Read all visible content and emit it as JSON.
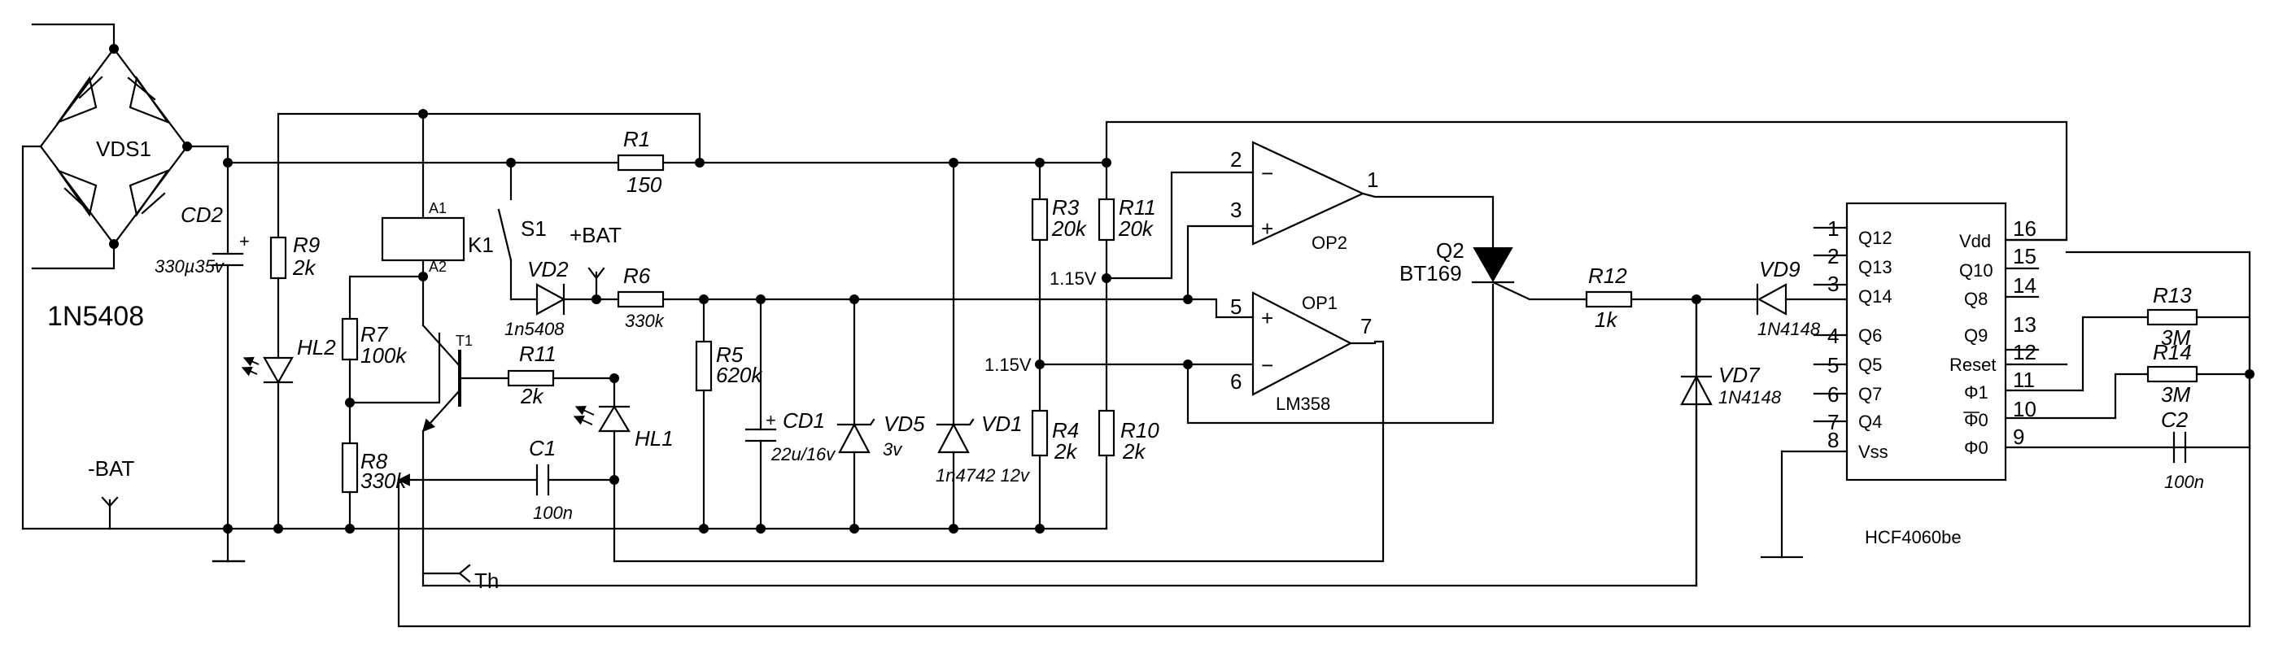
{
  "schematic": {
    "bridge": {
      "ref": "VDS1",
      "part": "1N5408"
    },
    "cap_cd2": {
      "ref": "CD2",
      "value": "330µ35v",
      "plus": "+"
    },
    "r9": {
      "ref": "R9",
      "value": "2k"
    },
    "hl2": {
      "ref": "HL2"
    },
    "r7": {
      "ref": "R7",
      "value": "100k"
    },
    "r8": {
      "ref": "R8",
      "value": "330k"
    },
    "relay": {
      "ref": "K1",
      "pin_a1": "A1",
      "pin_a2": "A2"
    },
    "transistor": {
      "ref": "T1"
    },
    "r11_base": {
      "ref": "R11",
      "value": "2k"
    },
    "hl1": {
      "ref": "HL1"
    },
    "c1": {
      "ref": "C1",
      "value": "100n"
    },
    "neg_bat": "-BAT",
    "pos_bat": "+BAT",
    "thermo": "Th",
    "s1": {
      "ref": "S1"
    },
    "vd2": {
      "ref": "VD2",
      "part": "1n5408"
    },
    "r1": {
      "ref": "R1",
      "value": "150"
    },
    "r6": {
      "ref": "R6",
      "value": "330k"
    },
    "r5": {
      "ref": "R5",
      "value": "620k"
    },
    "cd1": {
      "ref": "CD1",
      "value": "22u/16v",
      "plus": "+"
    },
    "vd5": {
      "ref": "VD5",
      "value": "3v"
    },
    "vd1": {
      "ref": "VD1",
      "part": "1n4742 12v"
    },
    "r3": {
      "ref": "R3",
      "value": "20k"
    },
    "r4": {
      "ref": "R4",
      "value": "2k"
    },
    "r11": {
      "ref": "R11",
      "value": "20k"
    },
    "r10": {
      "ref": "R10",
      "value": "2k"
    },
    "vref_top": "1.15V",
    "vref_bot": "1.15V",
    "op2": {
      "ref": "OP2",
      "pin_minus": "2",
      "pin_plus": "3",
      "pin_out": "1",
      "minus": "−",
      "plus": "+"
    },
    "op1": {
      "ref": "OP1",
      "part": "LM358",
      "pin_plus": "5",
      "pin_minus": "6",
      "pin_out": "7",
      "minus": "−",
      "plus": "+"
    },
    "q2": {
      "ref": "Q2",
      "part": "BT169"
    },
    "r12": {
      "ref": "R12",
      "value": "1k"
    },
    "vd9": {
      "ref": "VD9",
      "part": "1N4148"
    },
    "vd7": {
      "ref": "VD7",
      "part": "1N4148"
    },
    "ic": {
      "part": "HCF4060be",
      "left_pins": [
        {
          "num": "1",
          "name": "Q12"
        },
        {
          "num": "2",
          "name": "Q13"
        },
        {
          "num": "3",
          "name": "Q14"
        },
        {
          "num": "4",
          "name": "Q6"
        },
        {
          "num": "5",
          "name": "Q5"
        },
        {
          "num": "6",
          "name": "Q7"
        },
        {
          "num": "7",
          "name": "Q4"
        },
        {
          "num": "8",
          "name": "Vss"
        }
      ],
      "right_pins": [
        {
          "num": "16",
          "name": "Vdd"
        },
        {
          "num": "15",
          "name": "Q10"
        },
        {
          "num": "14",
          "name": "Q8"
        },
        {
          "num": "13",
          "name": "Q9"
        },
        {
          "num": "12",
          "name": "Reset"
        },
        {
          "num": "11",
          "name": "Φ1"
        },
        {
          "num": "10",
          "name": "Φ0"
        },
        {
          "num": "9",
          "name": "Φ0"
        }
      ]
    },
    "r13": {
      "ref": "R13",
      "value": "3M"
    },
    "r14": {
      "ref": "R14",
      "value": "3M"
    },
    "c2": {
      "ref": "C2",
      "value": "100n"
    }
  }
}
